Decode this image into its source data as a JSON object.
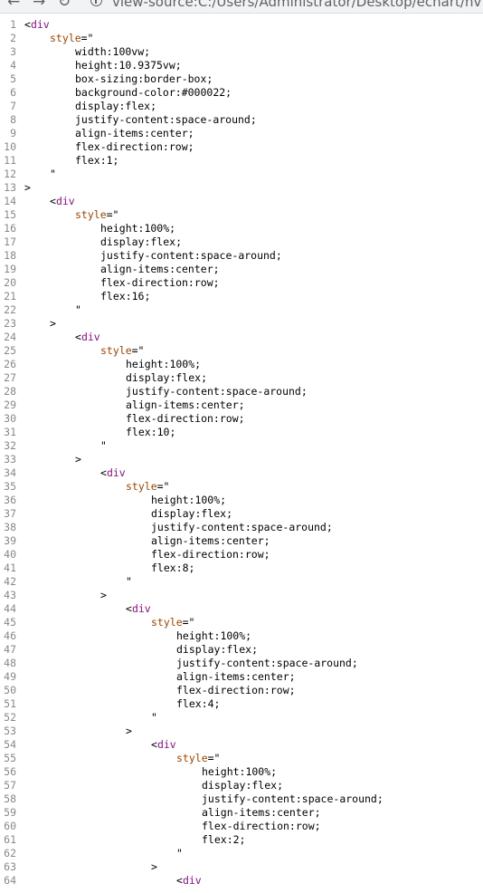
{
  "browser": {
    "url": "view-source:C:/Users/Administrator/Desktop/echart/nvflex/n"
  },
  "source": {
    "lines": [
      {
        "n": "1",
        "indent": 0,
        "kind": "open",
        "text": "<div"
      },
      {
        "n": "2",
        "indent": 1,
        "kind": "attr",
        "text": "style=\""
      },
      {
        "n": "3",
        "indent": 2,
        "kind": "css",
        "text": "width:100vw;"
      },
      {
        "n": "4",
        "indent": 2,
        "kind": "css",
        "text": "height:10.9375vw;"
      },
      {
        "n": "5",
        "indent": 2,
        "kind": "css",
        "text": "box-sizing:border-box;"
      },
      {
        "n": "6",
        "indent": 2,
        "kind": "css",
        "text": "background-color:#000022;"
      },
      {
        "n": "7",
        "indent": 2,
        "kind": "css",
        "text": "display:flex;"
      },
      {
        "n": "8",
        "indent": 2,
        "kind": "css",
        "text": "justify-content:space-around;"
      },
      {
        "n": "9",
        "indent": 2,
        "kind": "css",
        "text": "align-items:center;"
      },
      {
        "n": "10",
        "indent": 2,
        "kind": "css",
        "text": "flex-direction:row;"
      },
      {
        "n": "11",
        "indent": 2,
        "kind": "css",
        "text": "flex:1;"
      },
      {
        "n": "12",
        "indent": 1,
        "kind": "attr",
        "text": "\""
      },
      {
        "n": "13",
        "indent": 0,
        "kind": "close",
        "text": ">"
      },
      {
        "n": "14",
        "indent": 1,
        "kind": "open",
        "text": "<div"
      },
      {
        "n": "15",
        "indent": 2,
        "kind": "attr",
        "text": "style=\""
      },
      {
        "n": "16",
        "indent": 3,
        "kind": "css",
        "text": "height:100%;"
      },
      {
        "n": "17",
        "indent": 3,
        "kind": "css",
        "text": "display:flex;"
      },
      {
        "n": "18",
        "indent": 3,
        "kind": "css",
        "text": "justify-content:space-around;"
      },
      {
        "n": "19",
        "indent": 3,
        "kind": "css",
        "text": "align-items:center;"
      },
      {
        "n": "20",
        "indent": 3,
        "kind": "css",
        "text": "flex-direction:row;"
      },
      {
        "n": "21",
        "indent": 3,
        "kind": "css",
        "text": "flex:16;"
      },
      {
        "n": "22",
        "indent": 2,
        "kind": "attr",
        "text": "\""
      },
      {
        "n": "23",
        "indent": 1,
        "kind": "close",
        "text": ">"
      },
      {
        "n": "24",
        "indent": 2,
        "kind": "open",
        "text": "<div"
      },
      {
        "n": "25",
        "indent": 3,
        "kind": "attr",
        "text": "style=\""
      },
      {
        "n": "26",
        "indent": 4,
        "kind": "css",
        "text": "height:100%;"
      },
      {
        "n": "27",
        "indent": 4,
        "kind": "css",
        "text": "display:flex;"
      },
      {
        "n": "28",
        "indent": 4,
        "kind": "css",
        "text": "justify-content:space-around;"
      },
      {
        "n": "29",
        "indent": 4,
        "kind": "css",
        "text": "align-items:center;"
      },
      {
        "n": "30",
        "indent": 4,
        "kind": "css",
        "text": "flex-direction:row;"
      },
      {
        "n": "31",
        "indent": 4,
        "kind": "css",
        "text": "flex:10;"
      },
      {
        "n": "32",
        "indent": 3,
        "kind": "attr",
        "text": "\""
      },
      {
        "n": "33",
        "indent": 2,
        "kind": "close",
        "text": ">"
      },
      {
        "n": "34",
        "indent": 3,
        "kind": "open",
        "text": "<div"
      },
      {
        "n": "35",
        "indent": 4,
        "kind": "attr",
        "text": "style=\""
      },
      {
        "n": "36",
        "indent": 5,
        "kind": "css",
        "text": "height:100%;"
      },
      {
        "n": "37",
        "indent": 5,
        "kind": "css",
        "text": "display:flex;"
      },
      {
        "n": "38",
        "indent": 5,
        "kind": "css",
        "text": "justify-content:space-around;"
      },
      {
        "n": "39",
        "indent": 5,
        "kind": "css",
        "text": "align-items:center;"
      },
      {
        "n": "40",
        "indent": 5,
        "kind": "css",
        "text": "flex-direction:row;"
      },
      {
        "n": "41",
        "indent": 5,
        "kind": "css",
        "text": "flex:8;"
      },
      {
        "n": "42",
        "indent": 4,
        "kind": "attr",
        "text": "\""
      },
      {
        "n": "43",
        "indent": 3,
        "kind": "close",
        "text": ">"
      },
      {
        "n": "44",
        "indent": 4,
        "kind": "open",
        "text": "<div"
      },
      {
        "n": "45",
        "indent": 5,
        "kind": "attr",
        "text": "style=\""
      },
      {
        "n": "46",
        "indent": 6,
        "kind": "css",
        "text": "height:100%;"
      },
      {
        "n": "47",
        "indent": 6,
        "kind": "css",
        "text": "display:flex;"
      },
      {
        "n": "48",
        "indent": 6,
        "kind": "css",
        "text": "justify-content:space-around;"
      },
      {
        "n": "49",
        "indent": 6,
        "kind": "css",
        "text": "align-items:center;"
      },
      {
        "n": "50",
        "indent": 6,
        "kind": "css",
        "text": "flex-direction:row;"
      },
      {
        "n": "51",
        "indent": 6,
        "kind": "css",
        "text": "flex:4;"
      },
      {
        "n": "52",
        "indent": 5,
        "kind": "attr",
        "text": "\""
      },
      {
        "n": "53",
        "indent": 4,
        "kind": "close",
        "text": ">"
      },
      {
        "n": "54",
        "indent": 5,
        "kind": "open",
        "text": "<div"
      },
      {
        "n": "55",
        "indent": 6,
        "kind": "attr",
        "text": "style=\""
      },
      {
        "n": "56",
        "indent": 7,
        "kind": "css",
        "text": "height:100%;"
      },
      {
        "n": "57",
        "indent": 7,
        "kind": "css",
        "text": "display:flex;"
      },
      {
        "n": "58",
        "indent": 7,
        "kind": "css",
        "text": "justify-content:space-around;"
      },
      {
        "n": "59",
        "indent": 7,
        "kind": "css",
        "text": "align-items:center;"
      },
      {
        "n": "60",
        "indent": 7,
        "kind": "css",
        "text": "flex-direction:row;"
      },
      {
        "n": "61",
        "indent": 7,
        "kind": "css",
        "text": "flex:2;"
      },
      {
        "n": "62",
        "indent": 6,
        "kind": "attr",
        "text": "\""
      },
      {
        "n": "63",
        "indent": 5,
        "kind": "close",
        "text": ">"
      },
      {
        "n": "64",
        "indent": 6,
        "kind": "open",
        "text": "<div"
      }
    ]
  },
  "colors": {
    "tag": "#881280",
    "attribute": "#994500",
    "text": "#000000",
    "line_number": "#888888"
  }
}
